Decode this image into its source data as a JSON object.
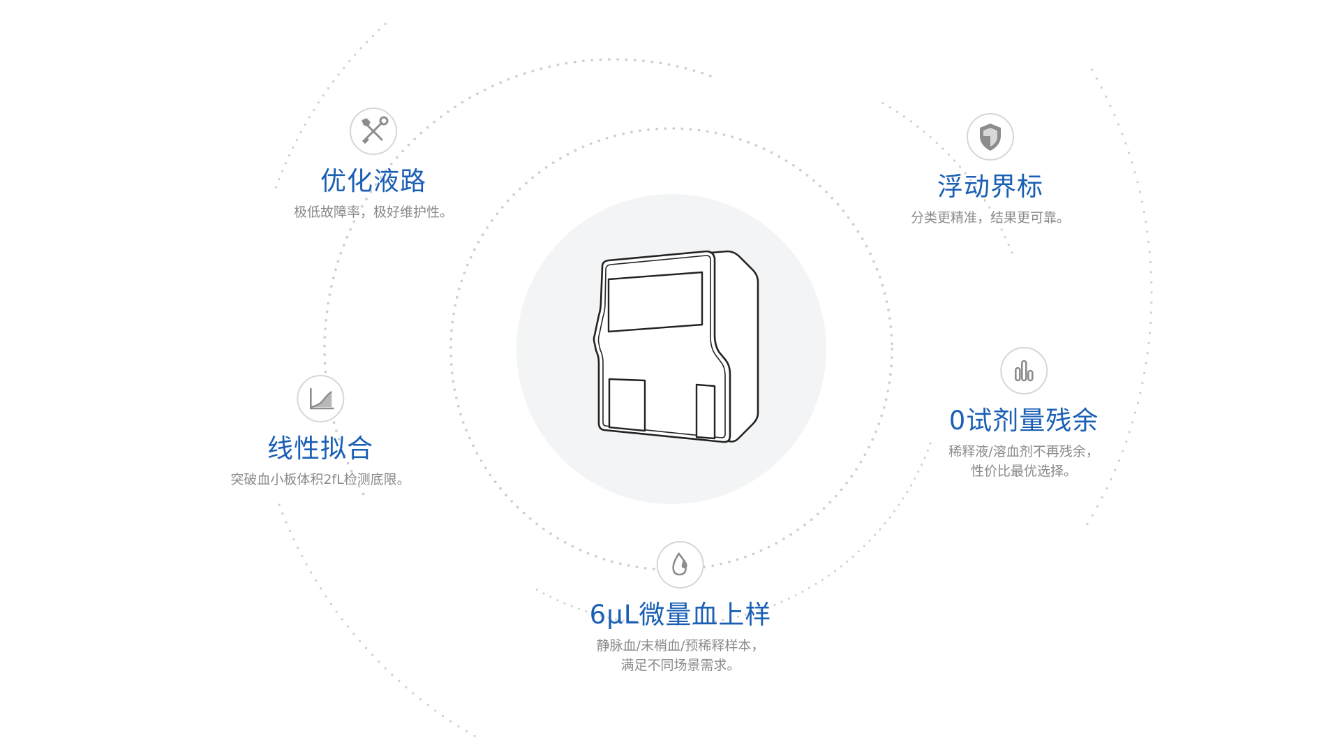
{
  "colors": {
    "title_blue": "#1a5fb4",
    "desc_gray": "#8a8a8a",
    "icon_gray": "#8c8c8c",
    "dot_gray": "#cfcfcf",
    "center_bg": "#f3f4f5"
  },
  "center": {
    "device_icon": "analyzer-device-illustration"
  },
  "features": [
    {
      "icon": "tools-icon",
      "title": "优化液路",
      "desc_lines": [
        "极低故障率，极好维护性。"
      ]
    },
    {
      "icon": "curve-chart-icon",
      "title": "线性拟合",
      "desc_lines": [
        "突破血小板体积2fL检测底限。"
      ]
    },
    {
      "icon": "shield-icon",
      "title": "浮动界标",
      "desc_lines": [
        "分类更精准，结果更可靠。"
      ]
    },
    {
      "icon": "bar-chart-icon",
      "title": "0试剂量残余",
      "desc_lines": [
        "稀释液/溶血剂不再残余，",
        "性价比最优选择。"
      ]
    },
    {
      "icon": "droplet-icon",
      "title": "6μL微量血上样",
      "desc_lines": [
        "静脉血/末梢血/预稀释样本，",
        "满足不同场景需求。"
      ]
    }
  ]
}
